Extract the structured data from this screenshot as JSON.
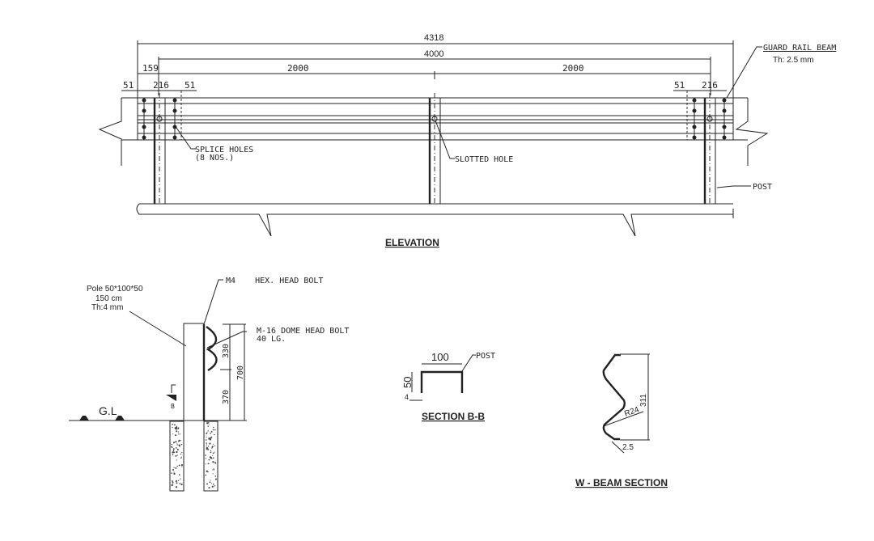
{
  "elevation": {
    "title": "ELEVATION",
    "dims": {
      "overall": "4318",
      "post_span": "4000",
      "half_left": "2000",
      "half_right": "2000",
      "offset": "159",
      "left_51a": "51",
      "left_216": "216",
      "left_51b": "51",
      "right_51": "51",
      "right_216": "216"
    },
    "labels": {
      "beam": "GUARD RAIL BEAM",
      "beam_th": "Th: 2.5 mm",
      "splice": "SPLICE HOLES",
      "splice_count": "(8 NOS.)",
      "slotted": "SLOTTED HOLE",
      "post": "POST"
    }
  },
  "post_detail": {
    "pole_1": "Pole 50*100*50",
    "pole_2": "150 cm",
    "pole_3": "Th:4 mm",
    "bolt_hex": "M4    HEX. HEAD BOLT",
    "bolt_dome": "M-16 DOME HEAD BOLT",
    "bolt_len": "40 LG.",
    "dim_330": "330",
    "dim_370": "370",
    "dim_700": "700",
    "section_mark": "B",
    "ground": "G.L"
  },
  "section_bb": {
    "title": "SECTION B-B",
    "width": "100",
    "height": "50",
    "thickness": "4",
    "post": "POST"
  },
  "w_beam": {
    "title": "W - BEAM SECTION",
    "height": "311",
    "radius": "R24",
    "thickness": "2.5"
  }
}
